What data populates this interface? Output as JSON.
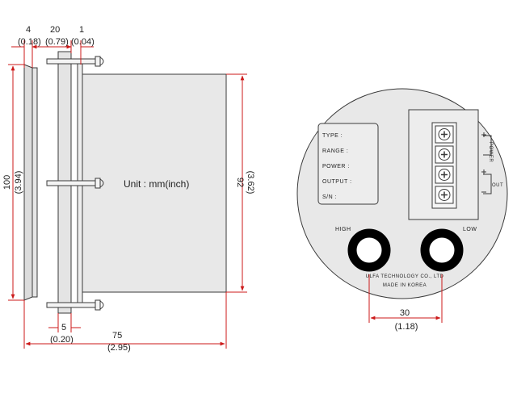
{
  "unit_label": "Unit : mm(inch)",
  "side_view": {
    "top_dims": [
      {
        "mm": "4",
        "inch": "(0.18)"
      },
      {
        "mm": "20",
        "inch": "(0.79)"
      },
      {
        "mm": "1",
        "inch": "(0.04)"
      }
    ],
    "height_total": {
      "mm": "100",
      "inch": "(3.94)"
    },
    "height_body": {
      "mm": "92",
      "inch": "(3.62)"
    },
    "bottom_small": {
      "mm": "5",
      "inch": "(0.20)"
    },
    "depth_total": {
      "mm": "75",
      "inch": "(2.95)"
    }
  },
  "rear_view": {
    "nameplate": [
      "TYPE :",
      "RANGE :",
      "POWER :",
      "OUTPUT :",
      "S/N :"
    ],
    "terminal_labels": {
      "power": "POWER",
      "out": "OUT"
    },
    "high_label": "HIGH",
    "low_label": "LOW",
    "maker": "ULFA TECHNOLOGY CO., LTD",
    "made_in": "MADE IN KOREA",
    "spacing": {
      "mm": "30",
      "inch": "(1.18)"
    }
  },
  "colors": {
    "fill": "#e8e8e8",
    "line": "#3a3a3a",
    "dim_red": "#cc1a1a",
    "ring": "#000000"
  }
}
